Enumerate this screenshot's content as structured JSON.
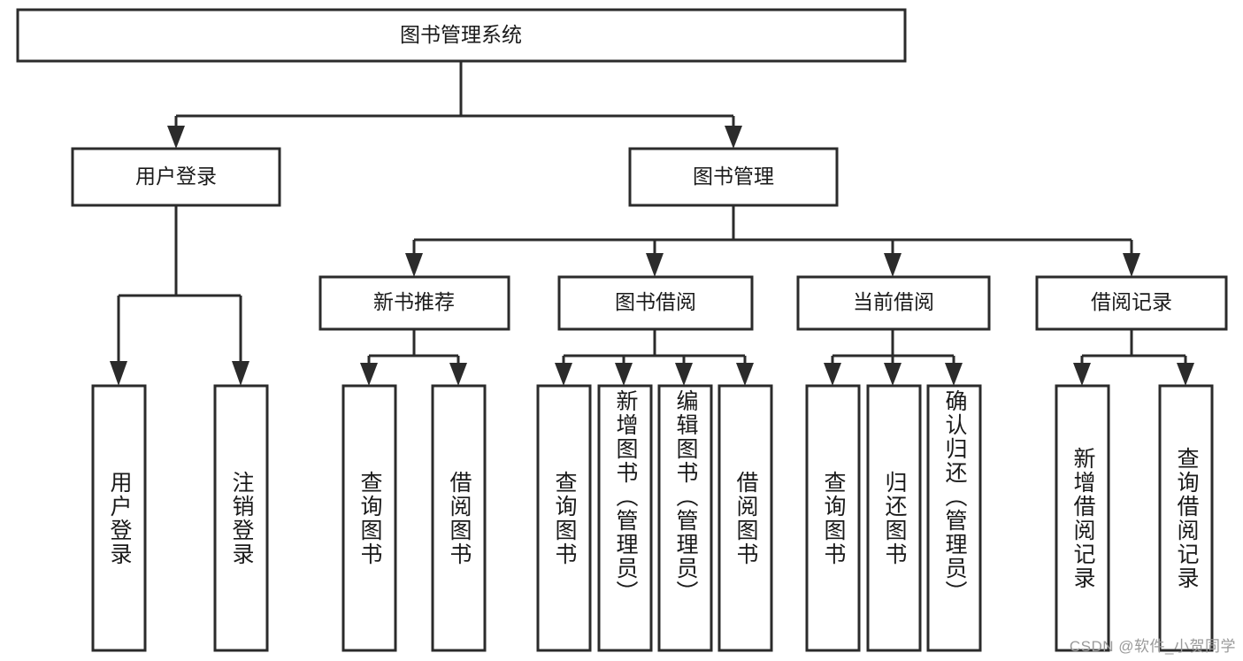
{
  "diagram": {
    "title": "图书管理系统",
    "watermark": "CSDN @软件_小贺同学",
    "type": "tree",
    "orientation": "top-down",
    "colors": {
      "stroke": "#2b2b2b",
      "fill": "#ffffff",
      "text": "#1a1a1a",
      "watermark": "#9a9a9a",
      "background": "#ffffff"
    },
    "root": {
      "label": "图书管理系统"
    },
    "level2": [
      {
        "label": "用户登录"
      },
      {
        "label": "图书管理"
      }
    ],
    "level3": [
      {
        "label": "新书推荐"
      },
      {
        "label": "图书借阅"
      },
      {
        "label": "当前借阅"
      },
      {
        "label": "借阅记录"
      }
    ],
    "leaves": {
      "user_login": [
        {
          "label": "用户登录"
        },
        {
          "label": "注销登录"
        }
      ],
      "new_book_recommend": [
        {
          "label": "查询图书"
        },
        {
          "label": "借阅图书"
        }
      ],
      "book_borrow": [
        {
          "label": "查询图书"
        },
        {
          "label": "新增图书（管理员）"
        },
        {
          "label": "编辑图书（管理员）"
        },
        {
          "label": "借阅图书"
        }
      ],
      "current_borrow": [
        {
          "label": "查询图书"
        },
        {
          "label": "归还图书"
        },
        {
          "label": "确认归还（管理员）"
        }
      ],
      "borrow_record": [
        {
          "label": "新增借阅记录"
        },
        {
          "label": "查询借阅记录"
        }
      ]
    }
  }
}
